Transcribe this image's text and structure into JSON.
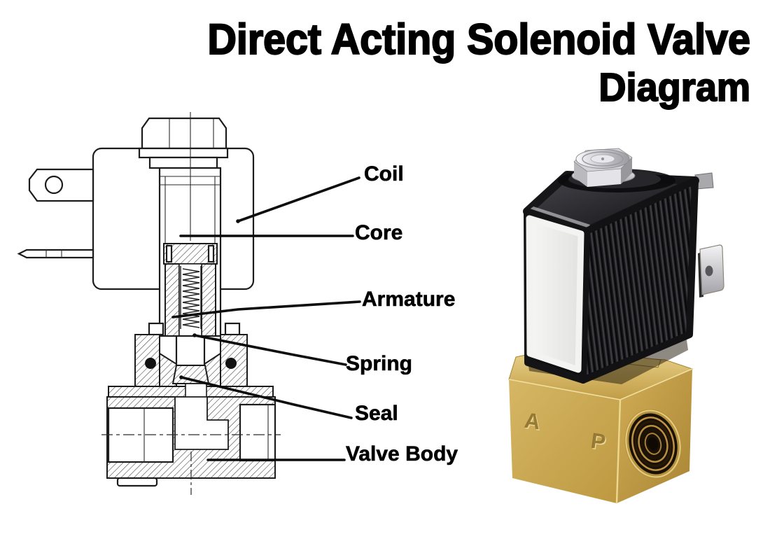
{
  "header": {
    "title": "Direct Acting Solenoid Valve",
    "subtitle": "Diagram"
  },
  "diagram": {
    "description": "Cross-section drawing of a direct acting solenoid valve with labelled parts",
    "labels": [
      {
        "id": "coil",
        "text": "Coil"
      },
      {
        "id": "core",
        "text": "Core"
      },
      {
        "id": "armature",
        "text": "Armature"
      },
      {
        "id": "spring",
        "text": "Spring"
      },
      {
        "id": "seal",
        "text": "Seal"
      },
      {
        "id": "valve_body",
        "text": "Valve Body"
      }
    ]
  },
  "photo": {
    "description": "Photo of a real solenoid valve: black coil on brass valve body",
    "port_markings": {
      "outlet": "A",
      "inlet": "P"
    }
  },
  "colors": {
    "text": "#000000",
    "line_art": "#1c1c1c",
    "brass": "#c9a64f",
    "coil_black": "#17171a",
    "chrome": "#d6d6da",
    "label_white": "#f3f3f1"
  }
}
